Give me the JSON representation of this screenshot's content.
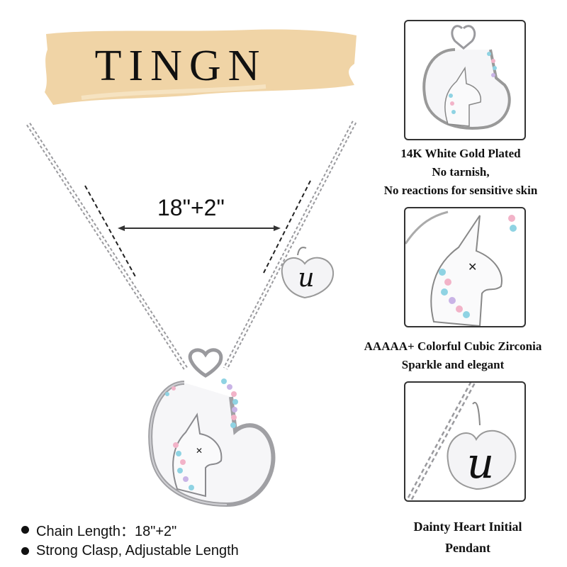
{
  "brand": {
    "name": "TINGN",
    "banner_color": "#f0d4a6"
  },
  "measurement": {
    "label": "18\"+2\""
  },
  "pendant": {
    "initial": "u"
  },
  "features": [
    {
      "lines": [
        "14K White Gold Plated",
        "No tarnish,",
        "No reactions for sensitive skin"
      ]
    },
    {
      "lines": [
        "AAAAA+ Colorful Cubic Zirconia",
        "Sparkle and elegant"
      ]
    },
    {
      "lines": [
        "Dainty Heart Initial",
        "Pendant"
      ]
    }
  ],
  "bullets": [
    "Chain Length：18\"+2\"",
    "Strong Clasp, Adjustable Length"
  ],
  "colors": {
    "stone_pink": "#f2b3c8",
    "stone_blue": "#8fd3e3",
    "stone_purple": "#c9b4e6",
    "silver": "#c8c8cc",
    "text": "#111111"
  }
}
